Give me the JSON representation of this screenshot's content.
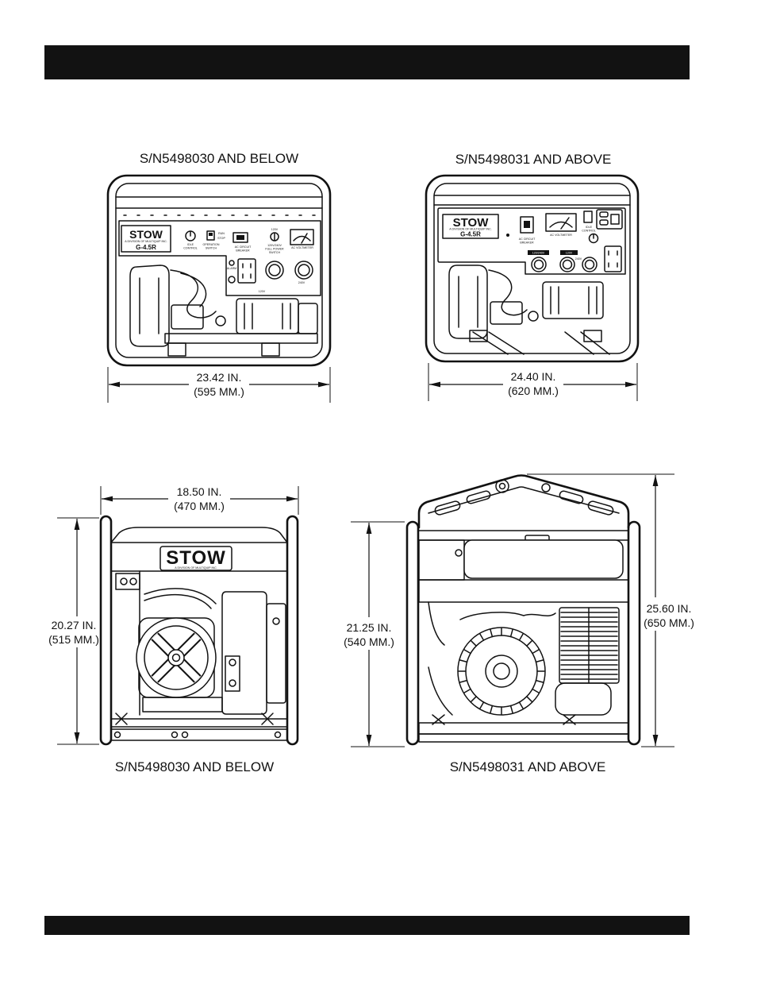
{
  "logo": {
    "brand": "STOW",
    "tagline": "A DIVISION OF MULTIQUIP INC.",
    "model": "G-4.5R"
  },
  "front_view_old": {
    "serial_label": "S/N5498030 AND BELOW",
    "width_in": "23.42 IN.",
    "width_mm": "(595 MM.)",
    "panel": {
      "idle_control": [
        "IDLE",
        "CONTROL"
      ],
      "operation_switch": [
        "OPERATION",
        "SWITCH"
      ],
      "switch_run": "RUN",
      "switch_stop": "STOP",
      "circuit_breaker": [
        "AC CIRCUIT",
        "BREAKER"
      ],
      "selector_voltage": "120V",
      "full_power_switch": [
        "120V/240V",
        "FULL POWER",
        "SWITCH"
      ],
      "voltmeter": "AC VOLTMETER",
      "alarm": "ALARM",
      "outlet_240v": "240V",
      "outlet_120v": "120V"
    }
  },
  "front_view_new": {
    "serial_label": "S/N5498031 AND ABOVE",
    "width_in": "24.40 IN.",
    "width_mm": "(620 MM.)",
    "panel": {
      "circuit_breaker": [
        "AC CIRCUIT",
        "BREAKER"
      ],
      "voltmeter": "AC VOLTMETER",
      "idle_control": [
        "IDLE",
        "CONTROL"
      ],
      "outlet_120_240v": "120/240V",
      "outlet_120v": "120V",
      "outlet_240v": "240V"
    }
  },
  "side_view_old": {
    "serial_label": "S/N5498030 AND BELOW",
    "width_in": "18.50 IN.",
    "width_mm": "(470 MM.)",
    "height_in": "20.27 IN.",
    "height_mm": "(515 MM.)"
  },
  "side_view_new": {
    "serial_label": "S/N5498031 AND ABOVE",
    "frame_height_in": "21.25 IN.",
    "frame_height_mm": "(540 MM.)",
    "overall_height_in": "25.60 IN.",
    "overall_height_mm": "(650 MM.)"
  }
}
